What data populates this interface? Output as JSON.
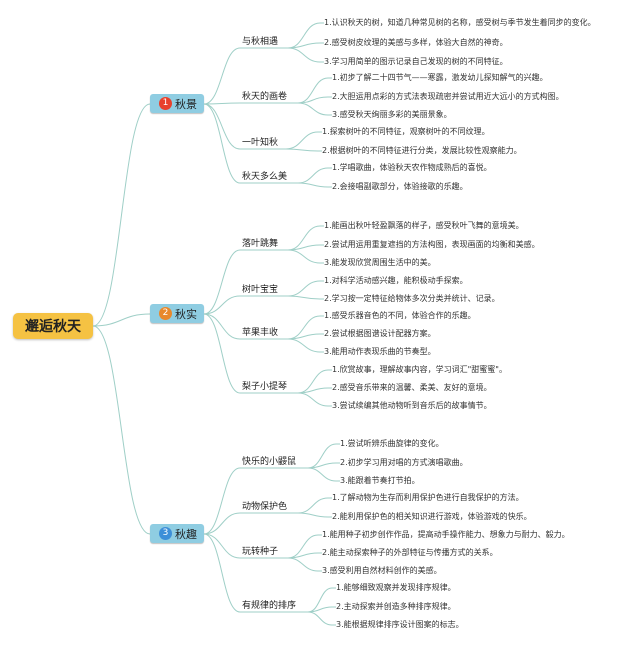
{
  "root": {
    "label": "邂逅秋天"
  },
  "branches": [
    {
      "num": "1",
      "label": "秋景",
      "color": "#e8412c",
      "topics": [
        {
          "label": "与秋相遇",
          "items": [
            "1.认识秋天的树，知道几种常见树的名称，感受树与季节发生着同步的变化。",
            "2.感受树皮纹理的美感与多样，体验大自然的神奇。",
            "3.学习用简单的图示记录自己发现的树的不同特征。"
          ]
        },
        {
          "label": "秋天的画卷",
          "items": [
            "1.初步了解二十四节气——寒露，激发幼儿探知解气的兴趣。",
            "2.大胆运用点彩的方式法表现疏密并尝试用近大远小的方式构图。",
            "3.感受秋天绚丽多彩的美丽景象。"
          ]
        },
        {
          "label": "一叶知秋",
          "items": [
            "1.探索树叶的不同特征，观察树叶的不同纹理。",
            "2.根据树叶的不同特征进行分类，发展比较性观察能力。"
          ]
        },
        {
          "label": "秋天多么美",
          "items": [
            "1.学唱歌曲，体验秋天农作物成熟后的喜悦。",
            "2.会接唱副歌部分，体验接歌的乐趣。"
          ]
        }
      ]
    },
    {
      "num": "2",
      "label": "秋实",
      "color": "#e8882c",
      "topics": [
        {
          "label": "落叶跳舞",
          "items": [
            "1.能画出秋叶轻盈飘落的样子，感受秋叶飞舞的意境美。",
            "2.尝试用运用重复遮挡的方法构图，表现画面的均衡和美感。",
            "3.能发现欣赏周围生活中的美。"
          ]
        },
        {
          "label": "树叶宝宝",
          "items": [
            "1.对科学活动感兴趣，能积极动手探索。",
            "2.学习按一定特征给物体多次分类并统计、记录。"
          ]
        },
        {
          "label": "苹果丰收",
          "items": [
            "1.感受乐器音色的不同，体验合作的乐趣。",
            "2.尝试根据图谱设计配器方案。",
            "3.能用动作表现乐曲的节奏型。"
          ]
        },
        {
          "label": "梨子小提琴",
          "items": [
            "1.欣赏故事，理解故事内容，学习词汇\"甜蜜蜜\"。",
            "2.感受音乐带来的温馨、柔美、友好的意境。",
            "3.尝试续编其他动物听到音乐后的故事情节。"
          ]
        }
      ]
    },
    {
      "num": "3",
      "label": "秋趣",
      "color": "#3d8fd8",
      "topics": [
        {
          "label": "快乐的小鼹鼠",
          "items": [
            "1.尝试听辨乐曲旋律的变化。",
            "2.初步学习用对唱的方式演唱歌曲。",
            "3.能跟着节奏打节拍。"
          ]
        },
        {
          "label": "动物保护色",
          "items": [
            "1.了解动物为生存而利用保护色进行自我保护的方法。",
            "2.能利用保护色的相关知识进行游戏，体验游戏的快乐。"
          ]
        },
        {
          "label": "玩转种子",
          "items": [
            "1.能用种子初步创作作品，提高动手操作能力、想象力与耐力、毅力。",
            "2.能主动探索种子的外部特征与传播方式的关系。",
            "3.感受利用自然材料创作的美感。"
          ]
        },
        {
          "label": "有规律的排序",
          "items": [
            "1.能够细致观察并发现排序规律。",
            "2.主动探索并创造多种排序规律。",
            "3.能根据规律排序设计图案的标志。"
          ]
        }
      ]
    }
  ]
}
